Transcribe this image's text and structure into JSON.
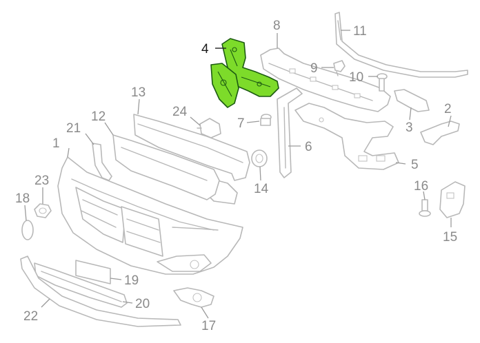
{
  "diagram": {
    "highlight_color": "#7ddb2a",
    "callouts": [
      {
        "id": "c1",
        "label": "1"
      },
      {
        "id": "c2",
        "label": "2"
      },
      {
        "id": "c3",
        "label": "3"
      },
      {
        "id": "c4",
        "label": "4"
      },
      {
        "id": "c5",
        "label": "5"
      },
      {
        "id": "c6",
        "label": "6"
      },
      {
        "id": "c7",
        "label": "7"
      },
      {
        "id": "c8",
        "label": "8"
      },
      {
        "id": "c9",
        "label": "9"
      },
      {
        "id": "c10",
        "label": "10"
      },
      {
        "id": "c11",
        "label": "11"
      },
      {
        "id": "c12",
        "label": "12"
      },
      {
        "id": "c13",
        "label": "13"
      },
      {
        "id": "c14",
        "label": "14"
      },
      {
        "id": "c15",
        "label": "15"
      },
      {
        "id": "c16",
        "label": "16"
      },
      {
        "id": "c17",
        "label": "17"
      },
      {
        "id": "c18",
        "label": "18"
      },
      {
        "id": "c19",
        "label": "19"
      },
      {
        "id": "c20",
        "label": "20"
      },
      {
        "id": "c21",
        "label": "21"
      },
      {
        "id": "c22",
        "label": "22"
      },
      {
        "id": "c23",
        "label": "23"
      },
      {
        "id": "c24",
        "label": "24"
      }
    ]
  }
}
